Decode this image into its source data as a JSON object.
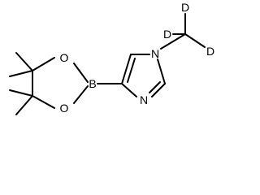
{
  "molecule": {
    "atoms": {
      "boron": "B",
      "oxygen_top": "O",
      "oxygen_bottom": "O",
      "nitrogen_methyl": "N",
      "nitrogen_ring": "N",
      "deuterium_top": "D",
      "deuterium_left": "D",
      "deuterium_right": "D"
    }
  }
}
